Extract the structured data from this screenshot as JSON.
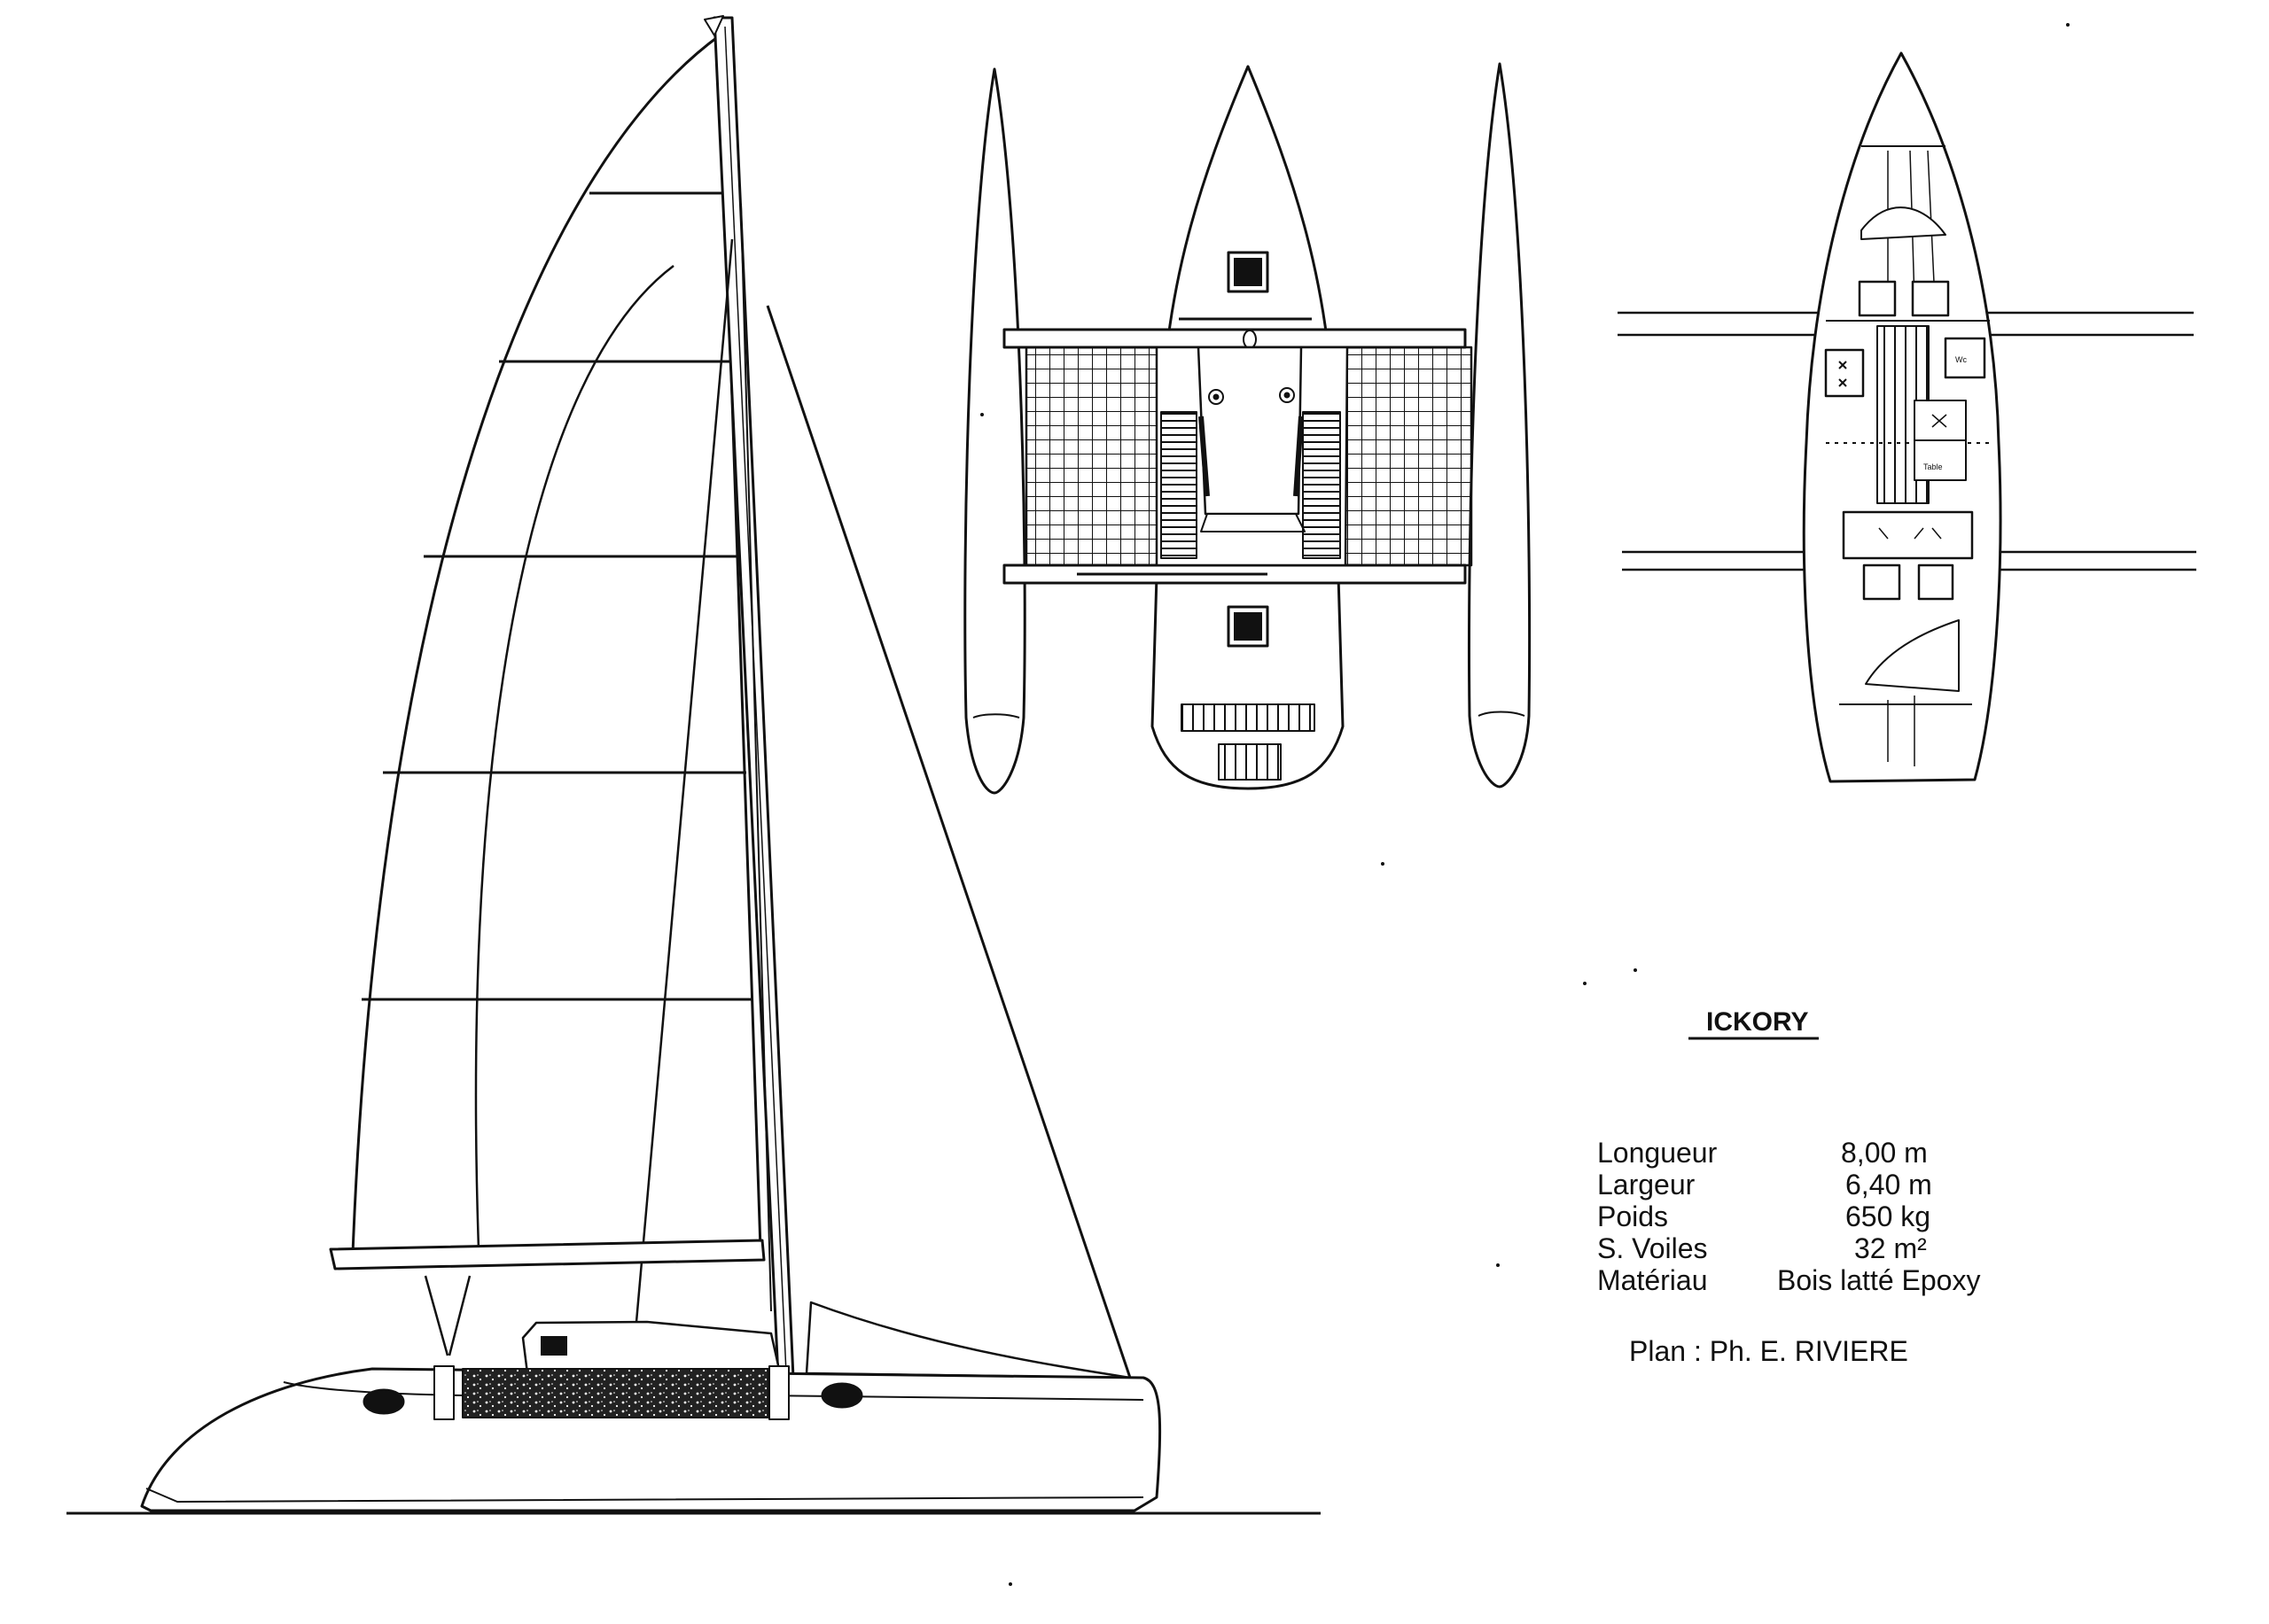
{
  "title": "ICKORY",
  "specs": [
    {
      "label": "Longueur",
      "value": "8,00  m"
    },
    {
      "label": "Largeur",
      "value": "6,40  m"
    },
    {
      "label": "Poids",
      "value": "650  kg"
    },
    {
      "label": "S. Voiles",
      "value": "32  m²"
    },
    {
      "label": "Matériau",
      "value": "Bois latté Epoxy"
    }
  ],
  "plan_credit": "Plan  :  Ph. E. RIVIERE",
  "interior_labels": {
    "wc": "Wc",
    "table": "Table"
  },
  "colors": {
    "ink": "#111111",
    "paper": "#ffffff"
  }
}
